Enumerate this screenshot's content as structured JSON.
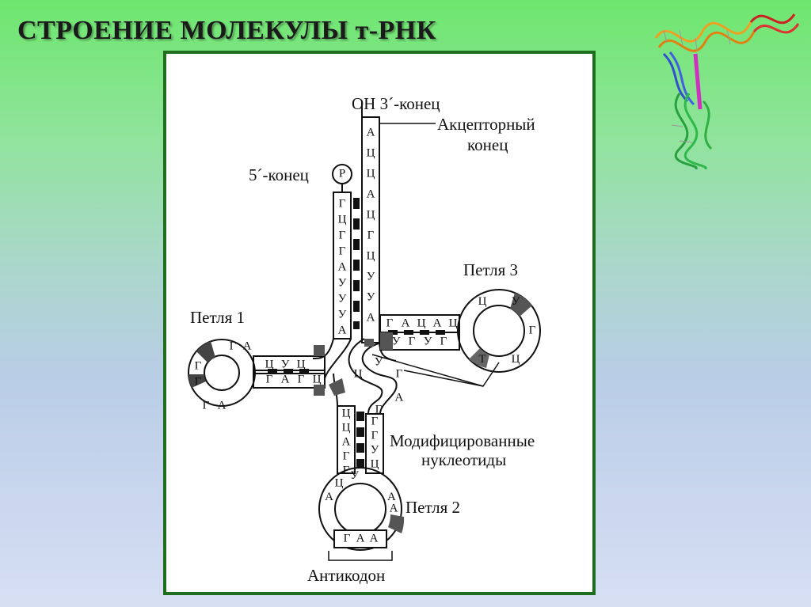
{
  "slide": {
    "title": "СТРОЕНИЕ МОЛЕКУЛЫ т-РНК"
  },
  "diagram": {
    "labels": {
      "three_end": "ОН 3´-конец",
      "acceptor_1": "Акцепторный",
      "acceptor_2": "конец",
      "five_end": "5´-конец",
      "phosphate": "Р",
      "loop1": "Петля 1",
      "loop2": "Петля 2",
      "loop3": "Петля 3",
      "modified_1": "Модифицированные",
      "modified_2": "нуклеотиды",
      "anticodon": "Антикодон"
    },
    "strands": {
      "acceptor_right": [
        "А",
        "Ц",
        "Ц",
        "А",
        "Ц",
        "Г",
        "Ц",
        "У",
        "У",
        "А"
      ],
      "acceptor_left": [
        "Г",
        "Ц",
        "Г",
        "Г",
        "А",
        "У",
        "У",
        "У",
        "А"
      ],
      "loop1_top": [
        "Г",
        "А"
      ],
      "loop1_stem_top": [
        "Ц",
        "У",
        "Ц"
      ],
      "loop1_left": [
        "Г",
        "Г"
      ],
      "loop1_bottom": [
        "Г",
        "А"
      ],
      "loop1_stem_bottom": [
        "Г",
        "А",
        "Г",
        "Ц"
      ],
      "loop3_stem_top": [
        "Г",
        "А",
        "Ц",
        "А",
        "Ц"
      ],
      "loop3_stem_bottom": [
        "У",
        "Г",
        "У",
        "Г"
      ],
      "loop3_ring": [
        "Ц",
        "У",
        "Г",
        "Ц",
        "Т"
      ],
      "modified_strand": [
        "Ц",
        "У",
        "Г",
        "А",
        "Г"
      ],
      "anticodon_stem_left": [
        "Ц",
        "Ц",
        "А",
        "Г",
        "Г"
      ],
      "anticodon_stem_right": [
        "Г",
        "Г",
        "У",
        "Ц"
      ],
      "loop2_left": [
        "А",
        "Ц",
        "У"
      ],
      "loop2_right": [
        "А",
        "А"
      ],
      "anticodon_bases": [
        "Г",
        "А",
        "А"
      ]
    }
  }
}
